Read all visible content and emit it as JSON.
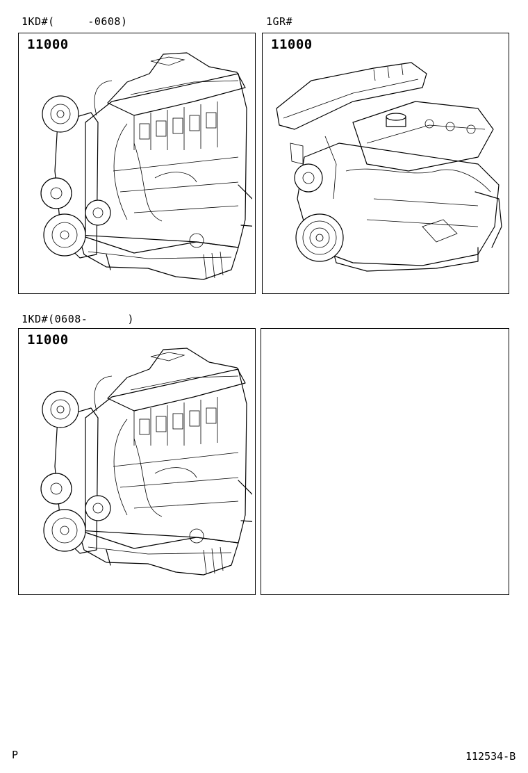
{
  "panels": [
    {
      "caption": "1KD#(     -0608)",
      "part_number": "11000",
      "illustration": "engine-1kd"
    },
    {
      "caption": "1GR#",
      "part_number": "11000",
      "illustration": "engine-1gr"
    },
    {
      "caption": "1KD#(0608-      )",
      "part_number": "11000",
      "illustration": "engine-1kd"
    },
    {
      "caption": "",
      "part_number": "",
      "illustration": ""
    }
  ],
  "footer": {
    "left_code": "P",
    "diagram_id": "112534-B"
  }
}
